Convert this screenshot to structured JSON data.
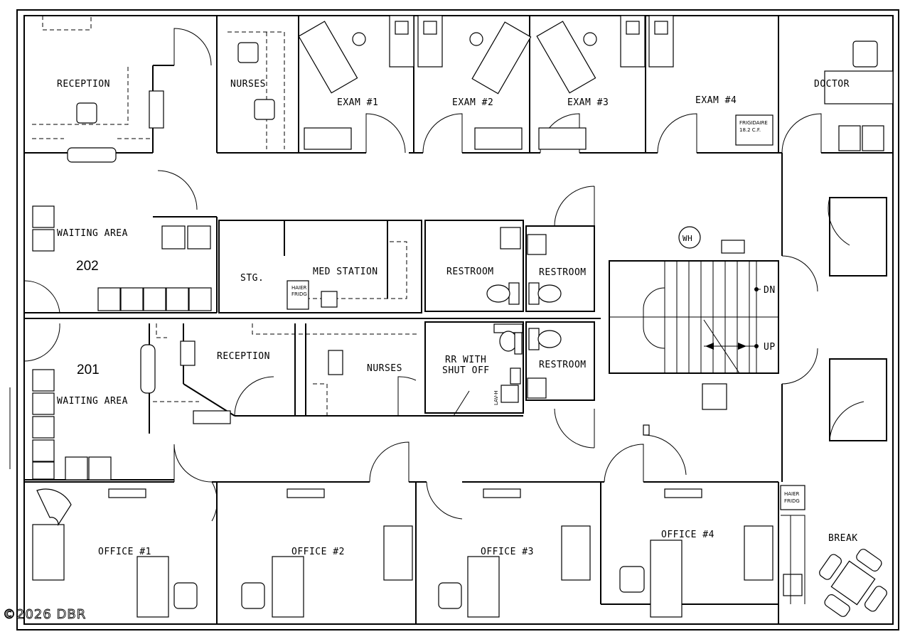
{
  "rooms": {
    "reception_top": "RECEPTION",
    "nurses_top": "NURSES",
    "exam1": "EXAM #1",
    "exam2": "EXAM #2",
    "exam3": "EXAM #3",
    "exam4": "EXAM #4",
    "doctor": "DOCTOR",
    "waiting_202": "WAITING AREA",
    "stg": "STG.",
    "med_station": "MED STATION",
    "restroom_a": "RESTROOM",
    "restroom_b": "RESTROOM",
    "restroom_c": "RESTROOM",
    "rr_line1": "RR WITH",
    "rr_line2": "SHUT OFF",
    "reception_201": "RECEPTION",
    "nurses_201": "NURSES",
    "waiting_201": "WAITING AREA",
    "office1": "OFFICE #1",
    "office2": "OFFICE #2",
    "office3": "OFFICE #3",
    "office4": "OFFICE #4",
    "break": "BREAK"
  },
  "suites": {
    "s202": "202",
    "s201": "201"
  },
  "fixtures": {
    "frig_line1": "FRIGIDAIRE",
    "frig_line2": "18.2 C.F.",
    "haier1_line1": "HAIER",
    "haier1_line2": "FRIDG",
    "haier2_line1": "HAIER",
    "haier2_line2": "FRIDG",
    "water_heater": "WH",
    "lav": "LAV-H"
  },
  "stairs": {
    "down": "DN",
    "up": "UP"
  },
  "copyright": "©2026 DBR"
}
